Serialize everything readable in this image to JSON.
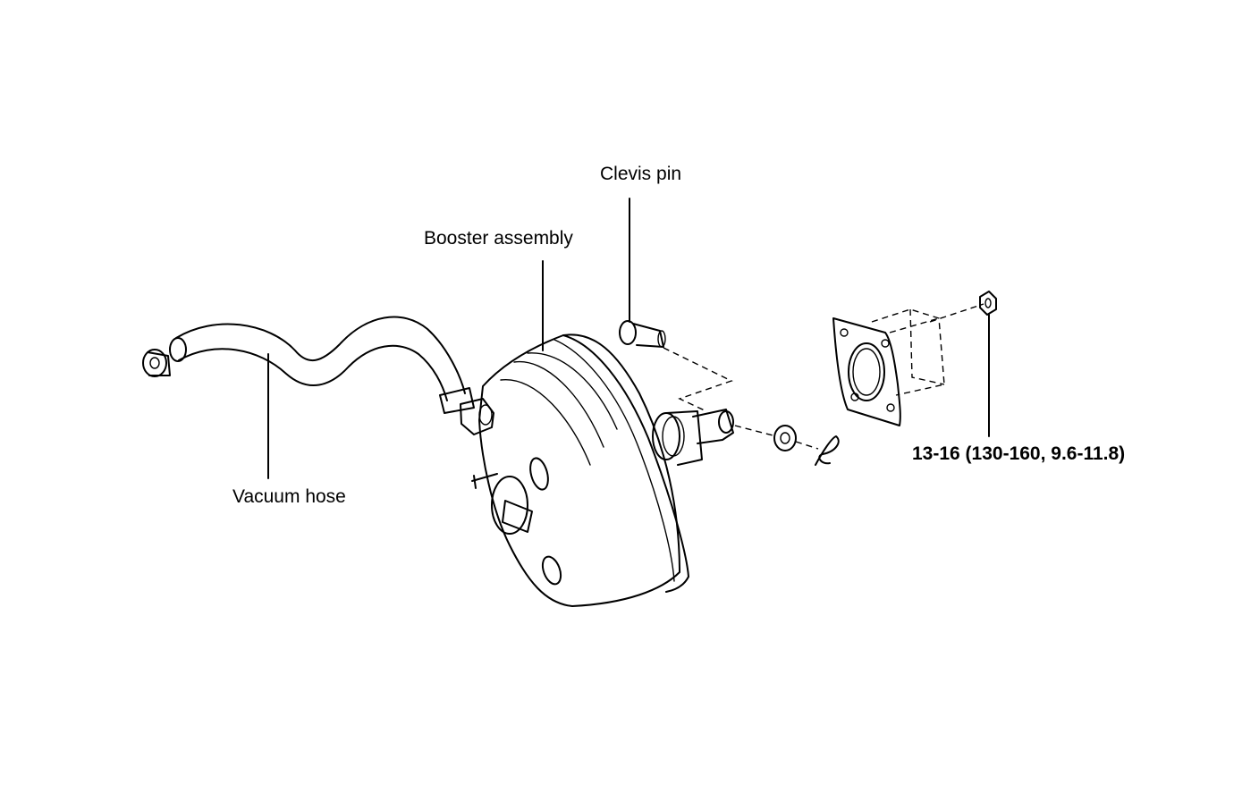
{
  "labels": {
    "clevis_pin": "Clevis pin",
    "booster_assembly": "Booster assembly",
    "vacuum_hose": "Vacuum hose",
    "torque_spec": "13-16 (130-160, 9.6-11.8)"
  },
  "colors": {
    "ink": "#000000",
    "paper": "#ffffff"
  }
}
